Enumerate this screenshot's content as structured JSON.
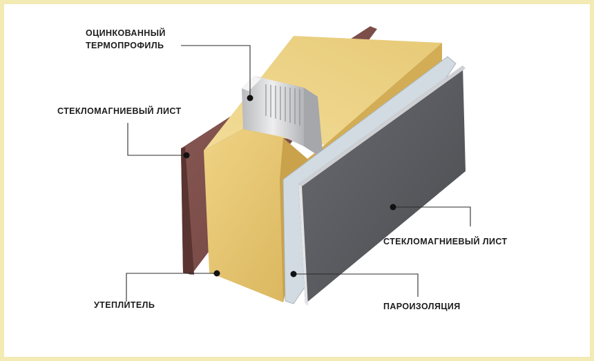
{
  "labels": {
    "profile_line1": "ОЦИНКОВАННЫЙ",
    "profile_line2": "ТЕРМОПРОФИЛЬ",
    "sheet_back": "СТЕКЛОМАГНИЕВЫЙ ЛИСТ",
    "sheet_front": "СТЕКЛОМАГНИЕВЫЙ ЛИСТ",
    "insulation": "УТЕПЛИТЕЛЬ",
    "vapor_barrier": "ПАРОИЗОЛЯЦИЯ"
  },
  "colors": {
    "frame": "#f3eab4",
    "back_sheet": "#7b4a46",
    "insulation": "#e2c46c",
    "vapor_barrier": "#c8d2d8",
    "front_sheet": "#5a5b60",
    "profile": "#cfcfd2"
  }
}
